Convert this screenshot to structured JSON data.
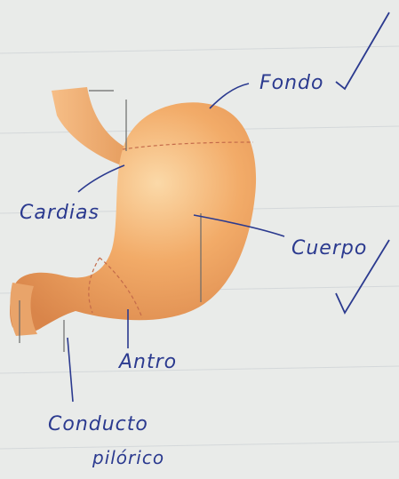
{
  "labels": {
    "fondo": "Fondo",
    "cardias": "Cardias",
    "cuerpo": "Cuerpo",
    "antro": "Antro",
    "conducto_line1": "Conducto",
    "conducto_line2": "pilórico"
  },
  "colors": {
    "paper": "#e9ebe9",
    "stomach": "#f1a865",
    "stomach_light": "#f7c98f",
    "stomach_shadow": "#d9894a",
    "ink": "#2b3a8f",
    "pencil": "#5b5b5b"
  },
  "marks": [
    "checkmark-top",
    "checkmark-right"
  ]
}
